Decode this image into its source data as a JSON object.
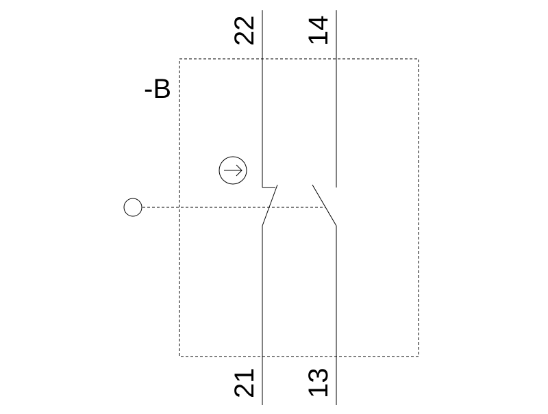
{
  "diagram": {
    "device_label": "-B",
    "terminals": {
      "nc_top": "22",
      "no_top": "14",
      "nc_bottom": "21",
      "no_bottom": "13"
    },
    "actuator_symbol": "→",
    "line_color": "#000000",
    "background_color": "#ffffff"
  }
}
